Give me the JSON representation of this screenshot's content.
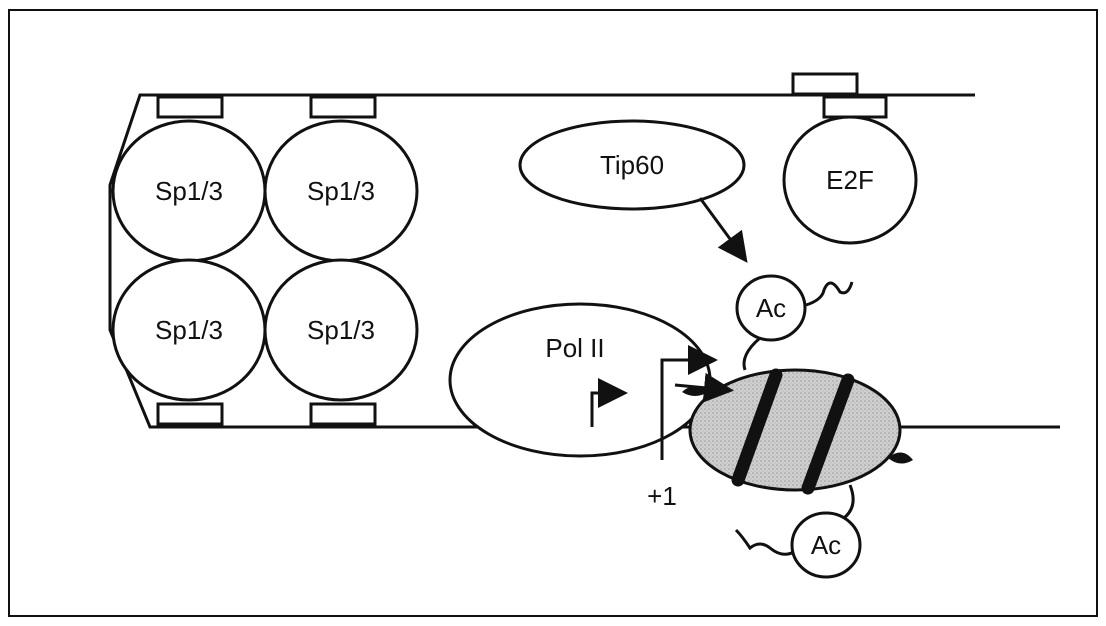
{
  "diagram": {
    "labels": {
      "sp1": "Sp1/3",
      "sp2": "Sp1/3",
      "sp3": "Sp1/3",
      "sp4": "Sp1/3",
      "tip60": "Tip60",
      "e2f": "E2F",
      "pol2": "Pol II",
      "ac_top": "Ac",
      "ac_bottom": "Ac",
      "tss": "+1"
    },
    "colors": {
      "line": "#111111",
      "nucleosome_fill": "#c8c8c8",
      "background": "#ffffff"
    }
  }
}
